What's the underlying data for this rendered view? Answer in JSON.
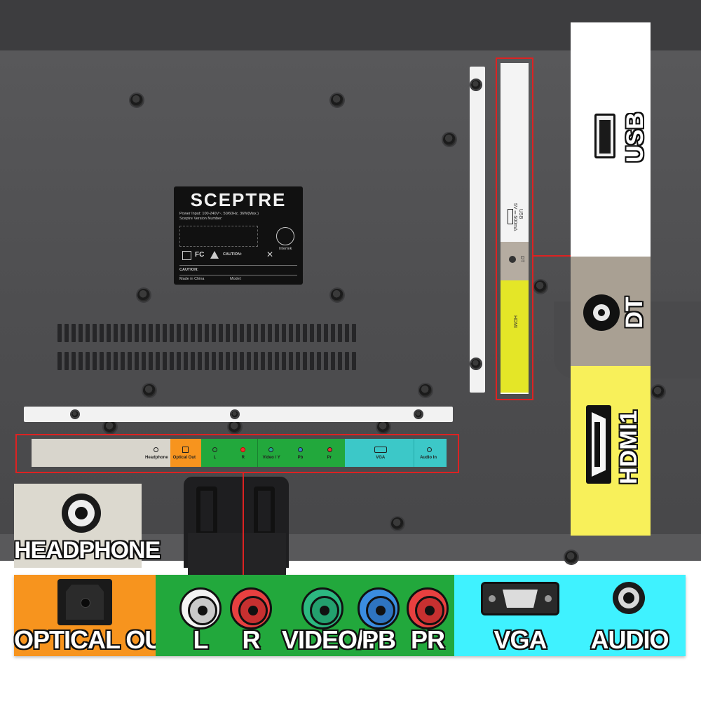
{
  "label": {
    "brand": "SCEPTRE",
    "power": "Power Input: 100-240V~, 50/60Hz, 36W(Max.)",
    "version": "Sceptre Version Number:",
    "caution": "CAUTION:",
    "made_in": "Made in China",
    "model": "Model:",
    "cert": "Intertek"
  },
  "side_panel": {
    "usb_text": "USB",
    "usb_spec": "5V ═ 500mA",
    "dt_text": "DT",
    "hdmi_text": "HDMI"
  },
  "panel_strip": {
    "headphone": "Headphone",
    "optical": "Optical Out",
    "l": "L",
    "r": "R",
    "video": "Video / Y",
    "pb": "Pb",
    "pr": "Pr",
    "vga": "VGA",
    "audio_in": "Audio In"
  },
  "callouts": {
    "usb": "USB",
    "dt": "DT",
    "hdmi1": "HDMI1",
    "headphone": "HEADPHONE",
    "optical_out": "OPTICAL OUT",
    "l": "L",
    "r": "R",
    "video_y": "VIDEO/Y",
    "pb": "PB",
    "pr": "PR",
    "vga": "VGA",
    "audio": "AUDIO"
  },
  "colors": {
    "optical": "#f7941e",
    "analog": "#22a83c",
    "pc": "#3ff2ff",
    "hdmi": "#f8f05a",
    "dt": "#a9a093",
    "highlight": "#dd2222"
  }
}
